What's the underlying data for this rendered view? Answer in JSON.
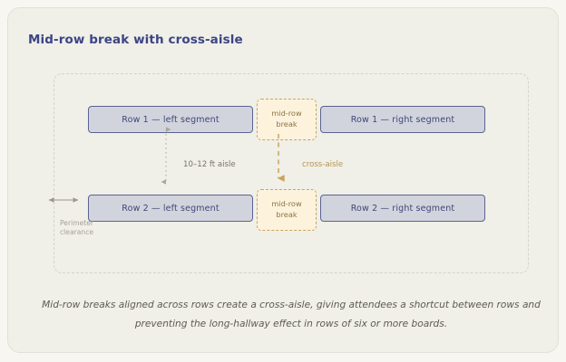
{
  "panel": {
    "title": "Mid-row break with cross-aisle"
  },
  "diagram": {
    "segments": [
      {
        "id": "row1-left",
        "label": "Row 1 — left segment"
      },
      {
        "id": "row1-right",
        "label": "Row 1 — right segment"
      },
      {
        "id": "row2-left",
        "label": "Row 2 — left segment"
      },
      {
        "id": "row2-right",
        "label": "Row 2 — right segment"
      }
    ],
    "breaks": [
      {
        "id": "break-row1",
        "line1": "mid-row",
        "line2": "break"
      },
      {
        "id": "break-row2",
        "line1": "mid-row",
        "line2": "break"
      }
    ],
    "annotations": {
      "aisle": "10–12 ft aisle",
      "cross_aisle": "cross-aisle",
      "perimeter": "Perimeter clearance"
    }
  },
  "caption": {
    "line1": "Mid-row breaks aligned across rows create a cross-aisle, giving attendees a shortcut between rows",
    "line2": "and preventing the long-hallway effect in rows of six or more boards."
  },
  "colors": {
    "page_background": "#f7f6f1",
    "card_background": "#f0efe8",
    "title": "#3b4585",
    "segment_fill": "#d2d4dd",
    "segment_border": "#5b6392",
    "break_fill": "#fdf3dd",
    "break_border": "#c9a45c",
    "cross_aisle_accent": "#b79450",
    "hall_boundary": "#d6d4c7",
    "caption_text": "#5d5a53"
  }
}
